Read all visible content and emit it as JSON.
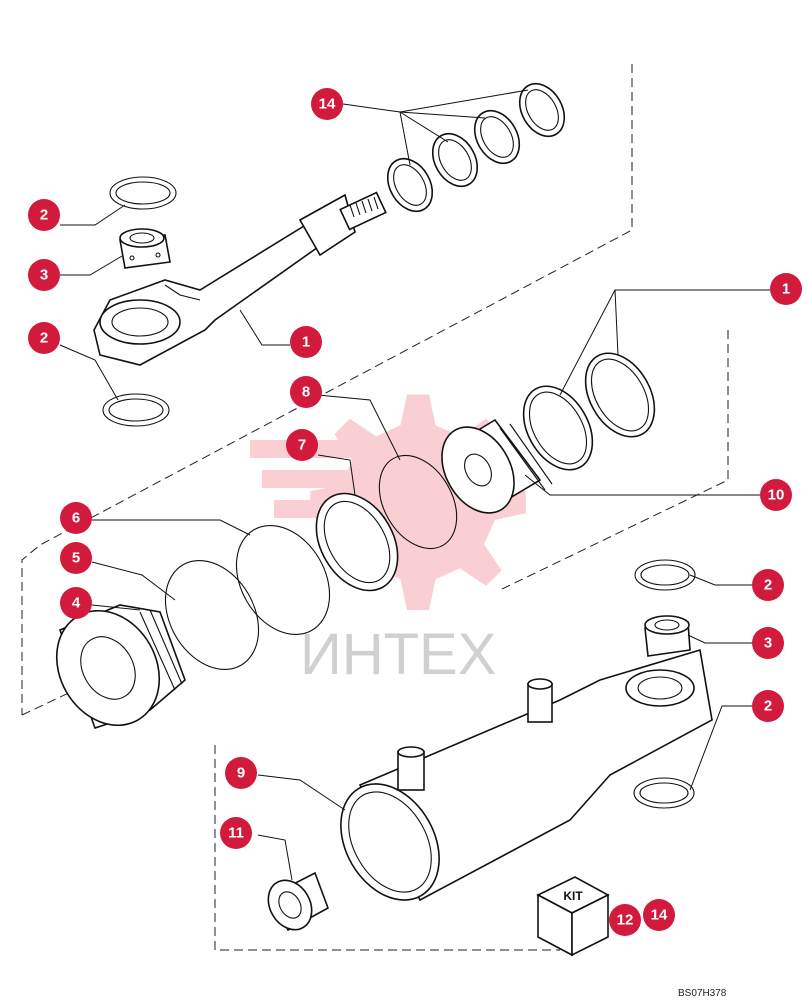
{
  "diagram": {
    "drawing_code": "BS07H378",
    "watermark": "ИНТЕХ",
    "kit_label": "KIT",
    "callouts": [
      {
        "id": "c-14-top",
        "label": "14"
      },
      {
        "id": "c-2-a",
        "label": "2"
      },
      {
        "id": "c-3-a",
        "label": "3"
      },
      {
        "id": "c-2-b",
        "label": "2"
      },
      {
        "id": "c-1-rod",
        "label": "1"
      },
      {
        "id": "c-1-right",
        "label": "1"
      },
      {
        "id": "c-8",
        "label": "8"
      },
      {
        "id": "c-7",
        "label": "7"
      },
      {
        "id": "c-10",
        "label": "10"
      },
      {
        "id": "c-6",
        "label": "6"
      },
      {
        "id": "c-5",
        "label": "5"
      },
      {
        "id": "c-4",
        "label": "4"
      },
      {
        "id": "c-2-c",
        "label": "2"
      },
      {
        "id": "c-3-b",
        "label": "3"
      },
      {
        "id": "c-2-d",
        "label": "2"
      },
      {
        "id": "c-9",
        "label": "9"
      },
      {
        "id": "c-11",
        "label": "11"
      },
      {
        "id": "c-12",
        "label": "12"
      },
      {
        "id": "c-14-kit",
        "label": "14"
      }
    ],
    "brand_color": "#d11a3c"
  }
}
